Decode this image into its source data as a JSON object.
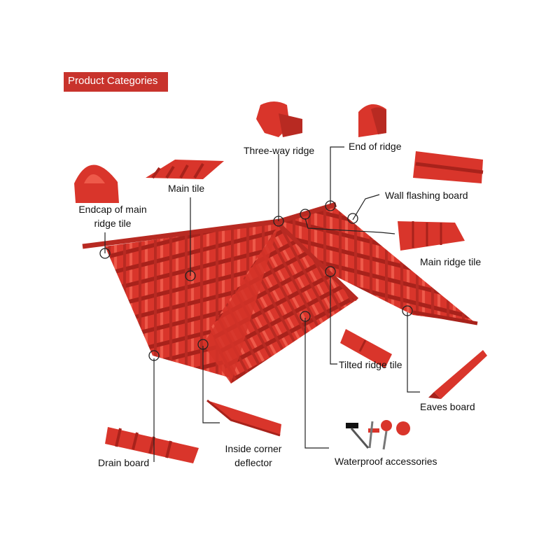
{
  "header": {
    "title": "Product Categories"
  },
  "labels": {
    "three_way_ridge": "Three-way ridge",
    "end_of_ridge": "End of ridge",
    "main_tile": "Main tile",
    "endcap_line1": "Endcap of main",
    "endcap_line2": "ridge tile",
    "wall_flashing_board": "Wall flashing board",
    "main_ridge_tile": "Main ridge tile",
    "tilted_ridge_tile": "Tilted ridge tile",
    "eaves_board": "Eaves board",
    "drain_board": "Drain board",
    "inside_corner_line1": "Inside corner",
    "inside_corner_line2": "deflector",
    "waterproof_accessories": "Waterproof accessories"
  },
  "colors": {
    "banner": "#c8332c",
    "tile": "#d9352b",
    "tile_dark": "#a8221b",
    "tile_light": "#ee5a4a",
    "leader": "#222222"
  }
}
